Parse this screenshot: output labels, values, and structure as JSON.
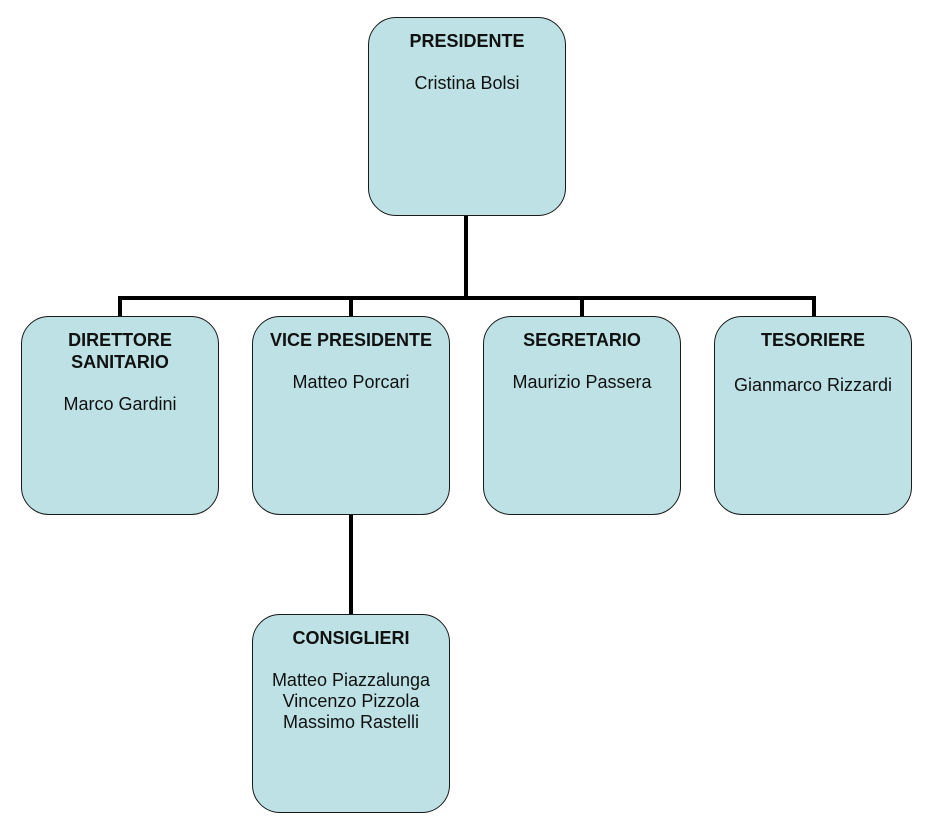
{
  "org_chart": {
    "presidente": {
      "role": "PRESIDENTE",
      "names": [
        "Cristina Bolsi"
      ]
    },
    "direttore_sanitario": {
      "role": "DIRETTORE SANITARIO",
      "names": [
        "Marco Gardini"
      ]
    },
    "vice_presidente": {
      "role": "VICE PRESIDENTE",
      "names": [
        "Matteo Porcari"
      ]
    },
    "segretario": {
      "role": "SEGRETARIO",
      "names": [
        "Maurizio Passera"
      ]
    },
    "tesoriere": {
      "role": "TESORIERE",
      "names": [
        "Gianmarco Rizzardi"
      ]
    },
    "consiglieri": {
      "role": "CONSIGLIERI",
      "names": [
        "Matteo Piazzalunga",
        "Vincenzo Pizzola",
        "Massimo Rastelli"
      ]
    }
  },
  "colors": {
    "box_fill": "#bde1e4",
    "box_border": "#1a1a1a",
    "connector": "#000000"
  }
}
